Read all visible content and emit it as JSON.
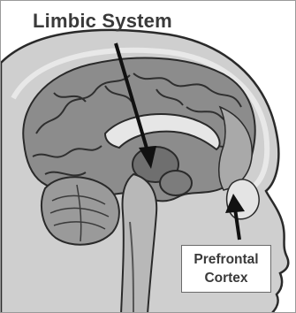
{
  "labels": {
    "title": "Limbic System",
    "callout_line1": "Prefrontal",
    "callout_line2": "Cortex"
  },
  "colors": {
    "background": "#ffffff",
    "text": "#3a3a3a",
    "arrow": "#111111",
    "brain_fill": "#8a8a8a",
    "head_fill": "#c9c9c9"
  }
}
